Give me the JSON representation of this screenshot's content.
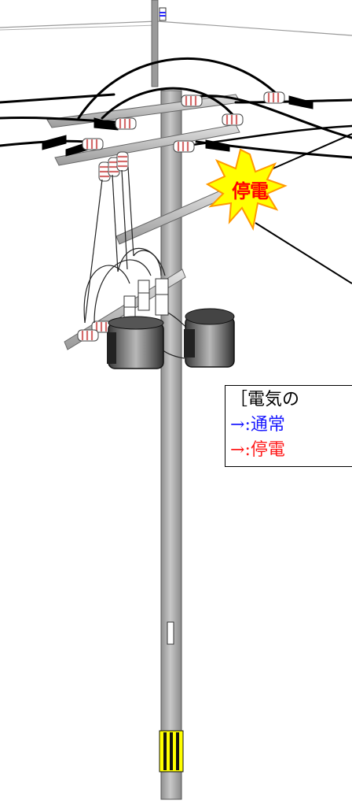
{
  "burst": {
    "label": "停電",
    "fill": "#ffff00",
    "stroke": "#ff9900",
    "text_color": "#ff0000"
  },
  "legend": {
    "title": "［電気の",
    "items": [
      {
        "arrow": "→",
        "label": ":通常",
        "color": "#1a1aff"
      },
      {
        "arrow": "→",
        "label": ":停電",
        "color": "#ff1a1a"
      }
    ]
  },
  "colors": {
    "pole": "#a6a6a6",
    "cable": "#000000",
    "insulator_band": "#d46a6a",
    "marker": "#ffff00"
  }
}
